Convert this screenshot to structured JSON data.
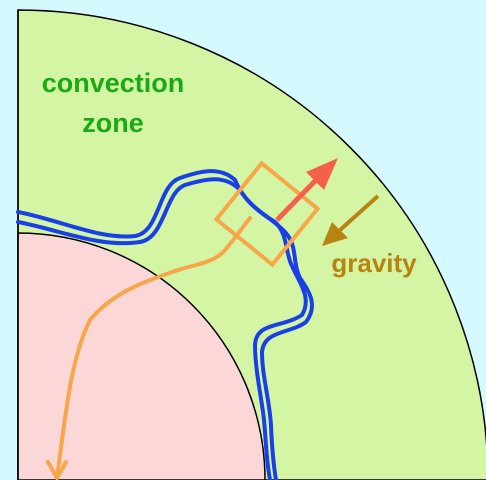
{
  "labels": {
    "zone_line1": "convection",
    "zone_line2": "zone",
    "gravity": "gravity"
  },
  "colors": {
    "background": "#d4faff",
    "convection_zone": "#d4f5a4",
    "core": "#fcd7d8",
    "outline": "#000000",
    "field_line": "#1a3fe6",
    "flux_tube": "#f7a64a",
    "buoyancy_arrow": "#f5604a",
    "gravity_arrow": "#b88411",
    "zone_text": "#1aaa14",
    "gravity_text": "#b88411"
  }
}
